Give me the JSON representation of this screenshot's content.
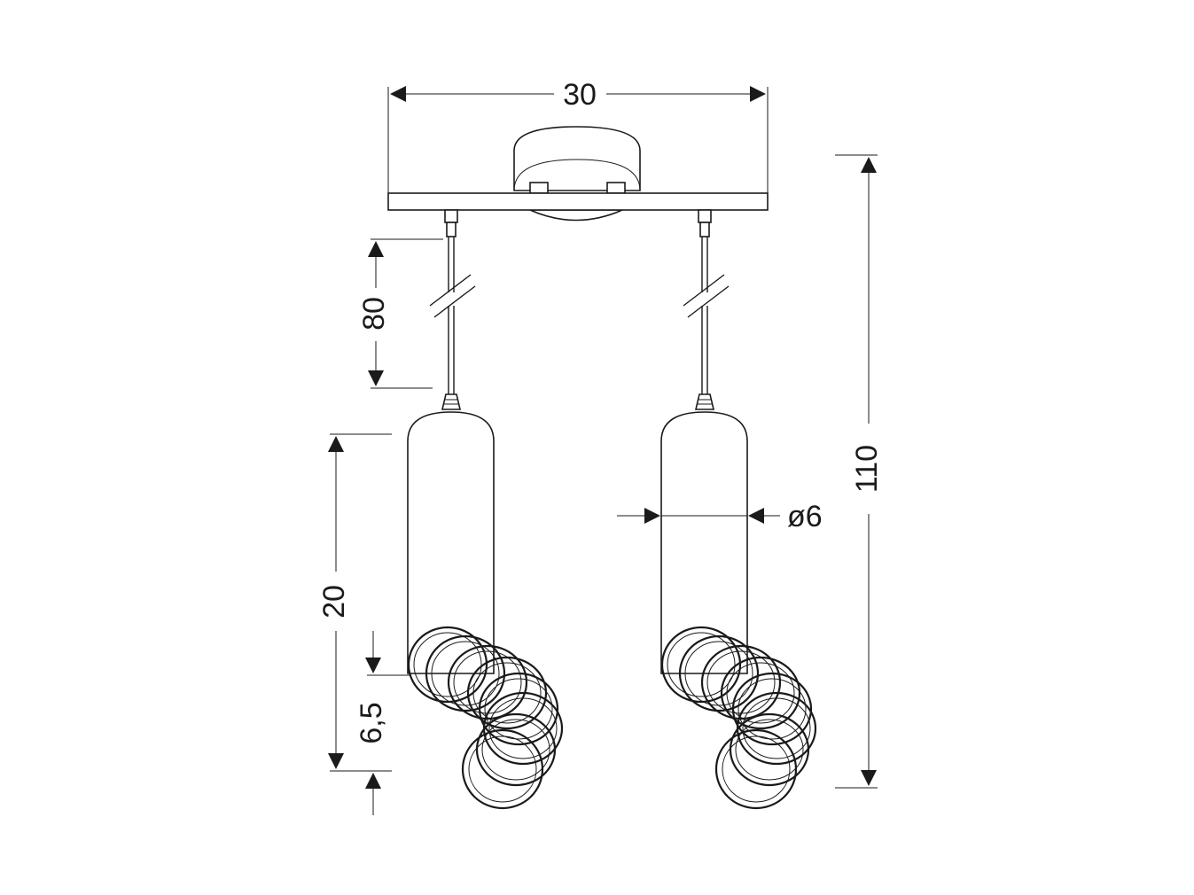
{
  "drawing": {
    "dimensions": {
      "width": "30",
      "total_height": "110",
      "cable_length": "80",
      "shade_height": "20",
      "coil_height": "6,5",
      "shade_diameter": "ø6"
    }
  }
}
